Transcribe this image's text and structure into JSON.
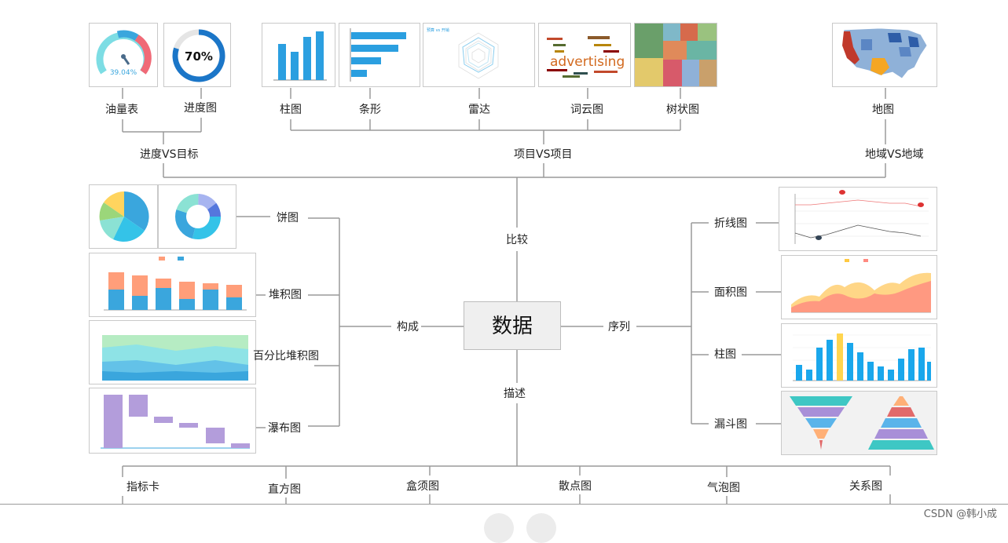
{
  "center": {
    "label": "数据",
    "ghost": "数据"
  },
  "branches": {
    "compare": "比较",
    "compose": "构成",
    "sequence": "序列",
    "describe": "描述"
  },
  "compare_groups": {
    "progress": "进度VS目标",
    "item": "项目VS项目",
    "region": "地域VS地域"
  },
  "compare_leaves": {
    "gauge": "油量表",
    "progress": "进度图",
    "bar": "柱图",
    "strip": "条形",
    "radar": "雷达",
    "wordcloud": "词云图",
    "treemap": "树状图",
    "map": "地图"
  },
  "compose_leaves": {
    "pie": "饼图",
    "stacked": "堆积图",
    "percent_stacked": "百分比堆积图",
    "waterfall": "瀑布图"
  },
  "sequence_leaves": {
    "line": "折线图",
    "area": "面积图",
    "bar": "柱图",
    "funnel": "漏斗图"
  },
  "describe_leaves": {
    "kpi": "指标卡",
    "histogram": "直方图",
    "boxplot": "盒须图",
    "scatter": "散点图",
    "bubble": "气泡图",
    "relation": "关系图"
  },
  "thumbs": {
    "gauge_value": "39.04%",
    "progress_value": "70%",
    "wordcloud_word": "advertising",
    "radar_title": "预算 vs 开销"
  },
  "watermark": "CSDN @韩小成",
  "colors": {
    "line": "#9a9a9a",
    "blue": "#2b9fe0",
    "accent": "#ffc941"
  }
}
